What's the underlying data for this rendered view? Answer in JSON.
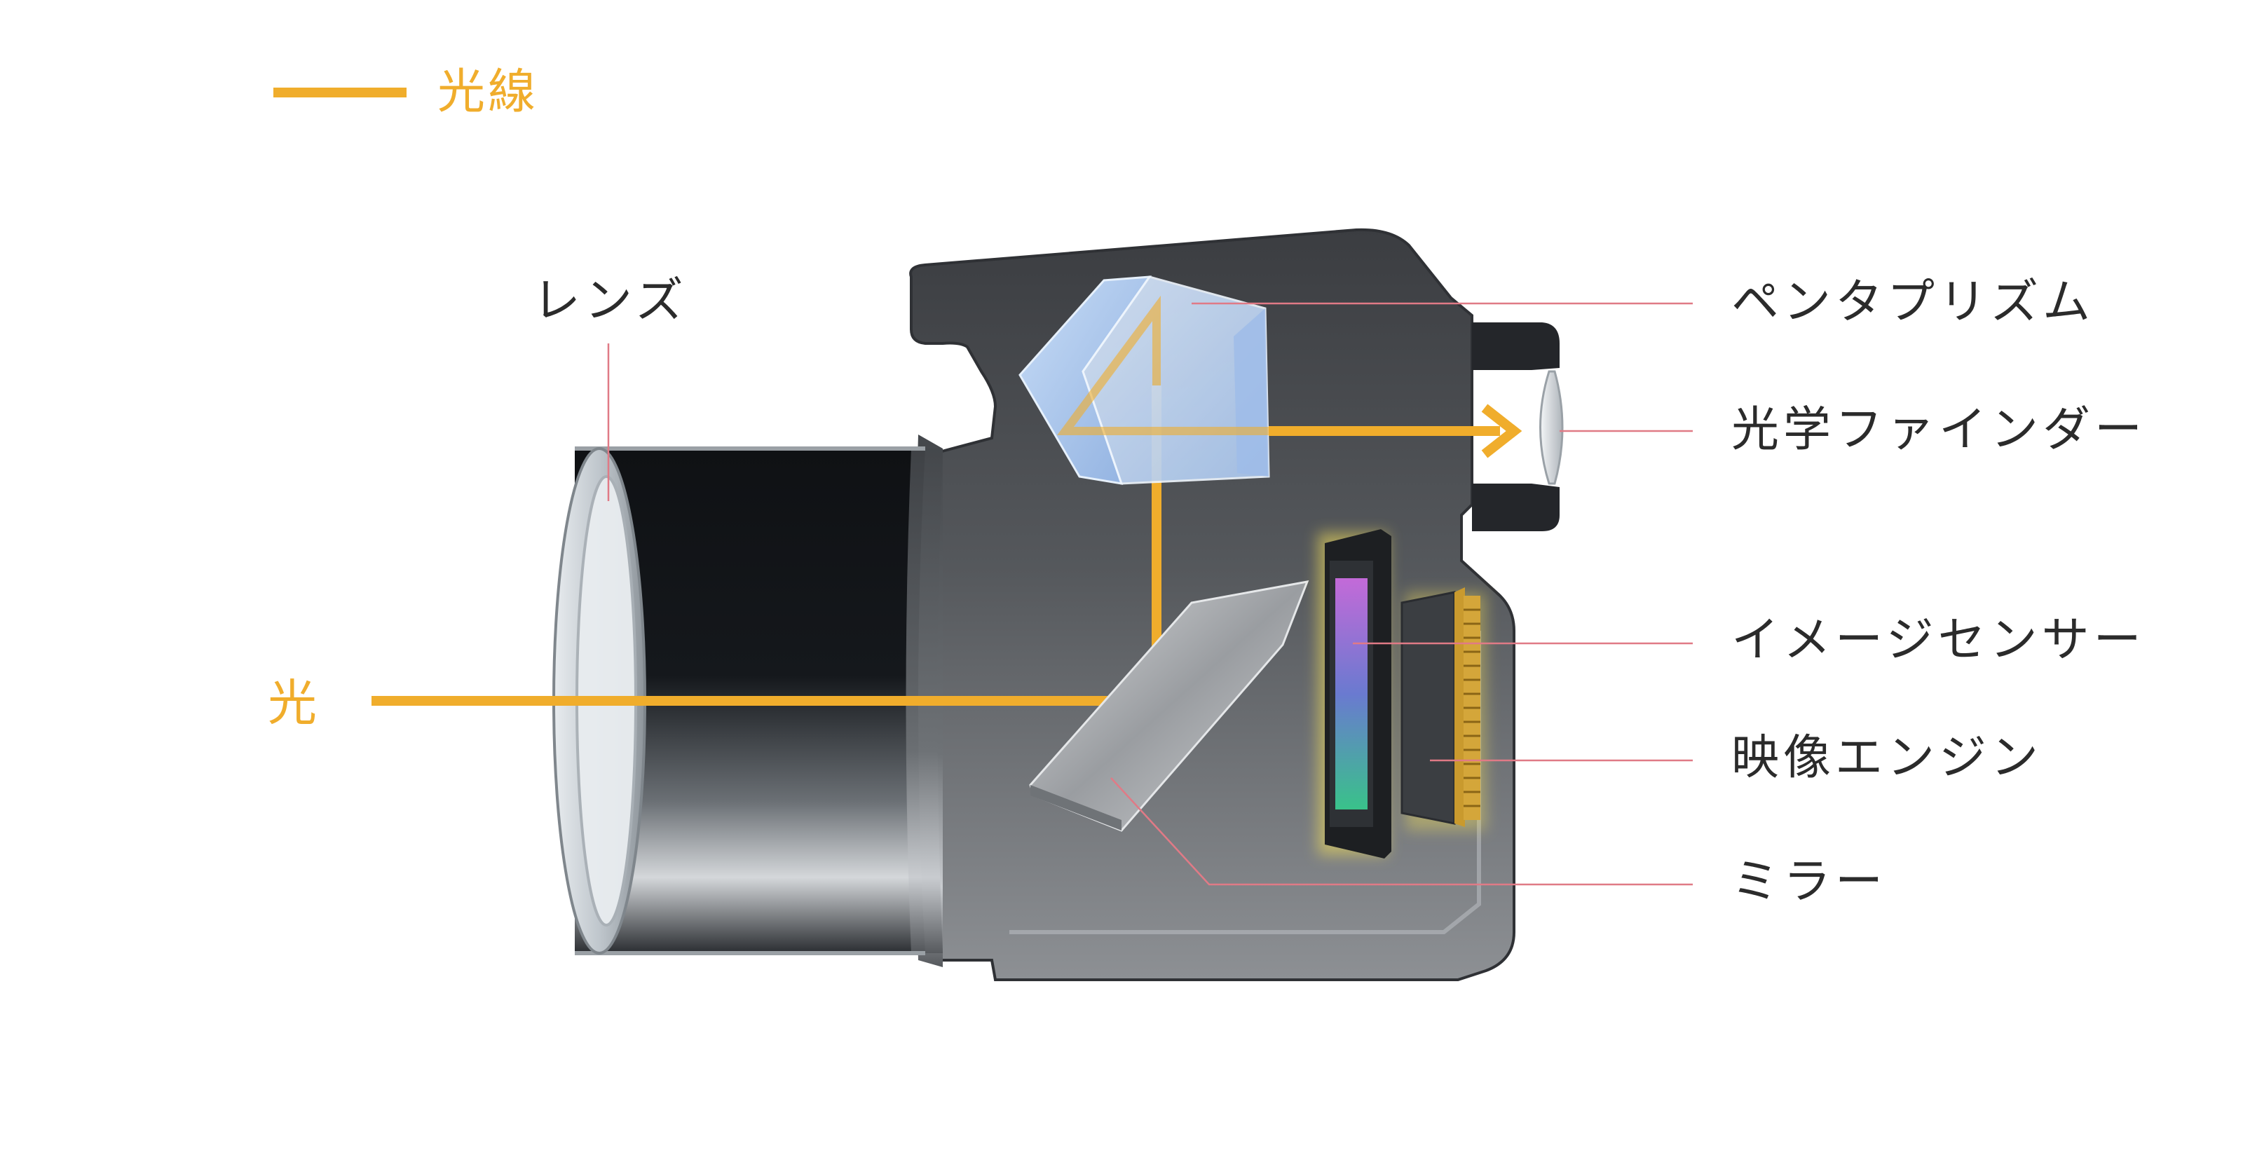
{
  "legend": {
    "label": "光線",
    "color": "#f0ad2c"
  },
  "light_label": "光",
  "labels": {
    "lens": "レンズ",
    "pentaprism": "ペンタプリズム",
    "viewfinder": "光学ファインダー",
    "image_sensor": "イメージセンサー",
    "image_engine": "映像エンジン",
    "mirror": "ミラー"
  },
  "colors": {
    "light_ray": "#f0ad2c",
    "callout_line": "#e07a86",
    "body_dark": "#3e4044",
    "body_light": "#8a8d91",
    "label_text": "#2b2b2b"
  }
}
